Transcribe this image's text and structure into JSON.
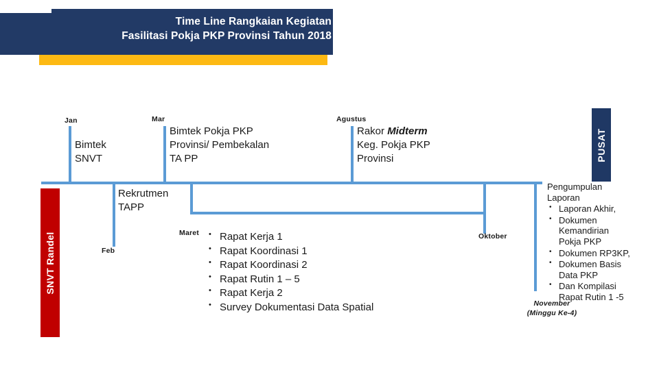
{
  "header": {
    "title_line1": "Time Line Rangkaian Kegiatan",
    "title_line2": "Fasilitasi Pokja PKP Provinsi Tahun 2018",
    "navy_color": "#223a66",
    "accent_color": "#fdb913"
  },
  "side_labels": {
    "left": {
      "text": "SNVT Randel",
      "color": "#c00000"
    },
    "right": {
      "text": "PUSAT",
      "color": "#1f3864"
    }
  },
  "timeline": {
    "line_color": "#5b9bd5",
    "milestones": [
      {
        "id": "jan",
        "month": "Jan",
        "lines": [
          "Bimtek",
          "SNVT"
        ]
      },
      {
        "id": "mar",
        "month": "Mar",
        "lines": [
          "Bimtek Pokja PKP",
          "Provinsi/ Pembekalan",
          "TA PP"
        ]
      },
      {
        "id": "agustus",
        "month": "Agustus",
        "lines": [
          "Rakor ",
          "Keg. Pokja PKP",
          "Provinsi"
        ],
        "emphasis": "Midterm"
      },
      {
        "id": "feb",
        "month": "Feb",
        "lines": [
          "Rekrutmen",
          "TAPP"
        ]
      },
      {
        "id": "maret",
        "month": "Maret"
      },
      {
        "id": "oktober",
        "month": "Oktober"
      },
      {
        "id": "november",
        "month_line1": "November",
        "month_line2": "(Minggu Ke-4)"
      }
    ],
    "activities": [
      "Rapat Kerja 1",
      "Rapat Koordinasi 1",
      "Rapat Koordinasi 2",
      "Rapat Rutin 1 – 5",
      "Rapat Kerja 2",
      "Survey Dokumentasi Data Spatial"
    ],
    "report": {
      "heading_line1": "Pengumpulan",
      "heading_line2": "Laporan",
      "items": [
        "Laporan Akhir,",
        "Dokumen Kemandirian Pokja PKP",
        "Dokumen RP3KP,",
        "Dokumen Basis Data PKP",
        "Dan Kompilasi Rapat Rutin 1 -5"
      ]
    }
  }
}
